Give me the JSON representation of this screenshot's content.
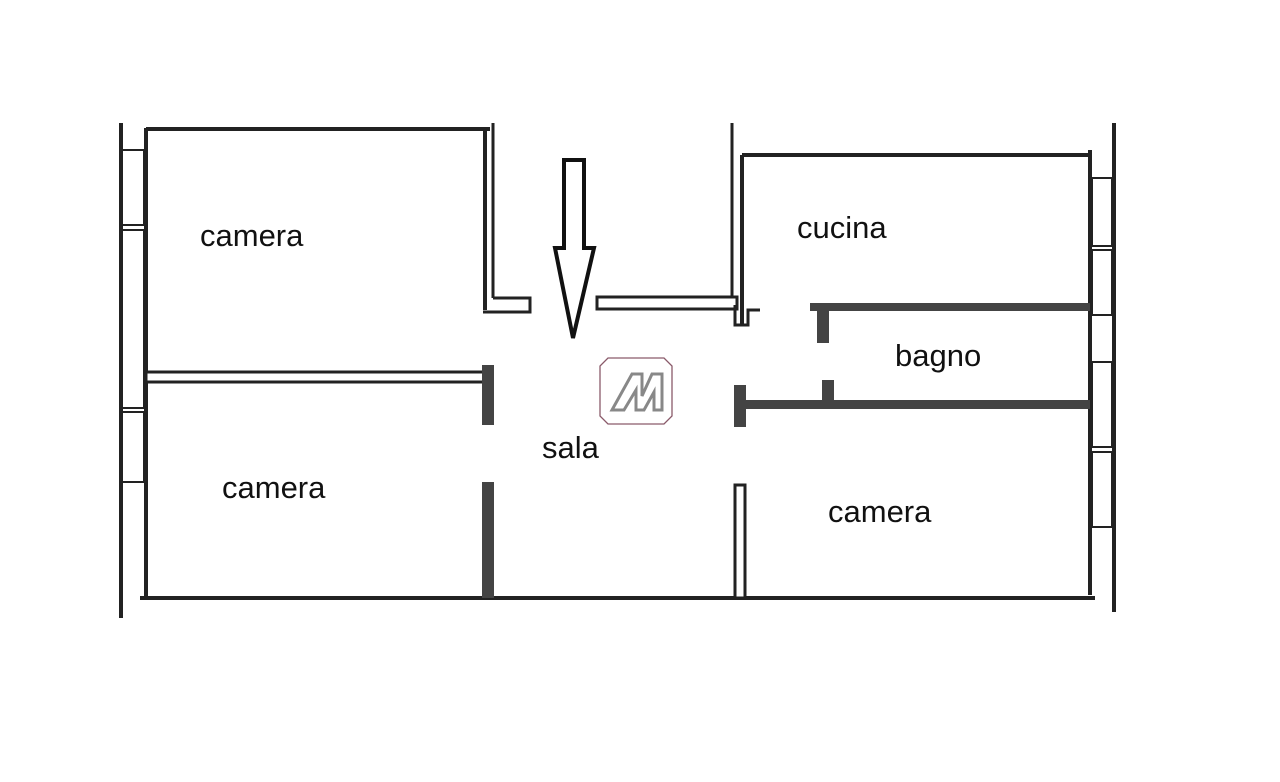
{
  "rooms": {
    "camera_top_left": "camera",
    "camera_bottom_left": "camera",
    "cucina": "cucina",
    "bagno": "bagno",
    "sala": "sala",
    "camera_bottom_right": "camera"
  },
  "logo": {
    "letter": "M",
    "border_color": "#8a5a6a",
    "fill_color": "#888888"
  },
  "colors": {
    "wall": "#222222",
    "background": "#ffffff"
  }
}
